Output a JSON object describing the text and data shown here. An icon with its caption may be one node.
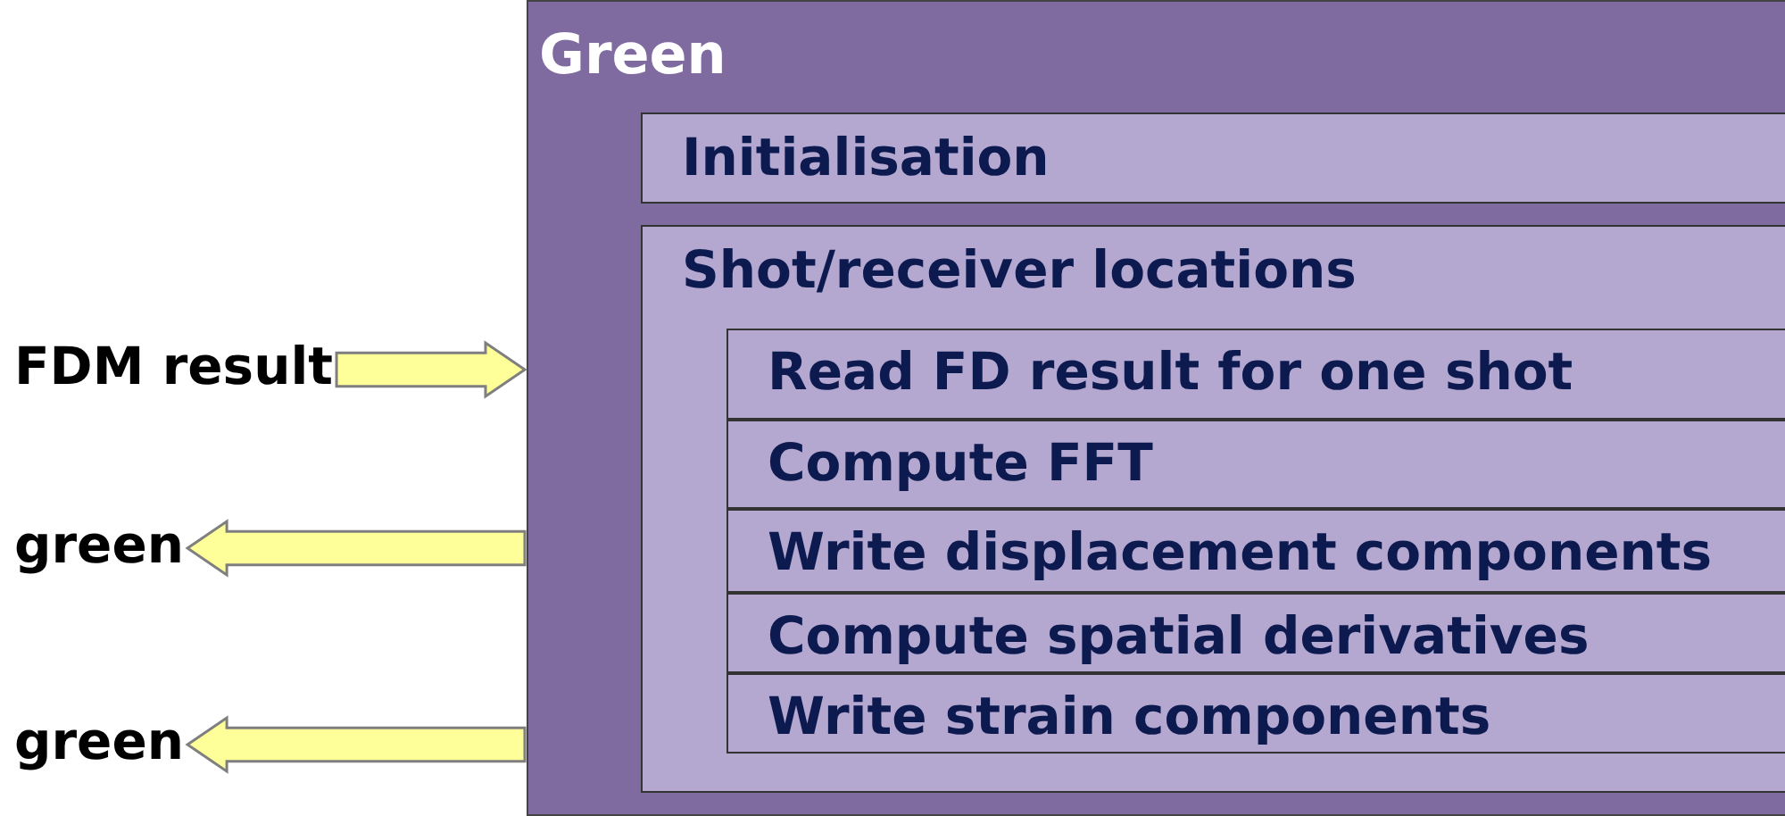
{
  "diagram": {
    "nodes": [
      {
        "text": [
          "Green"
        ]
      },
      {
        "text": [
          "Initialisation"
        ],
        "in": 0
      },
      {
        "text": [
          "Shot/receiver locations"
        ],
        "in": 0
      },
      {
        "text": [
          "Read FD result for one shot"
        ],
        "in": 2
      },
      {
        "text": [
          "Compute FFT"
        ],
        "in": 2
      },
      {
        "text": [
          "Write displacement components"
        ],
        "in": 2
      },
      {
        "text": [
          "Compute spatial derivatives"
        ],
        "in": 2
      },
      {
        "text": [
          "Write strain components"
        ],
        "in": 2
      },
      {
        "text": [
          "FDM result"
        ]
      },
      {
        "text": [
          "green"
        ]
      },
      {
        "text": [
          "green"
        ]
      }
    ],
    "edges": [
      {
        "from": 8,
        "to": 0,
        "arrow": "to"
      },
      {
        "from": 0,
        "to": 9,
        "arrow": "to"
      },
      {
        "from": 0,
        "to": 10,
        "arrow": "to"
      }
    ]
  }
}
